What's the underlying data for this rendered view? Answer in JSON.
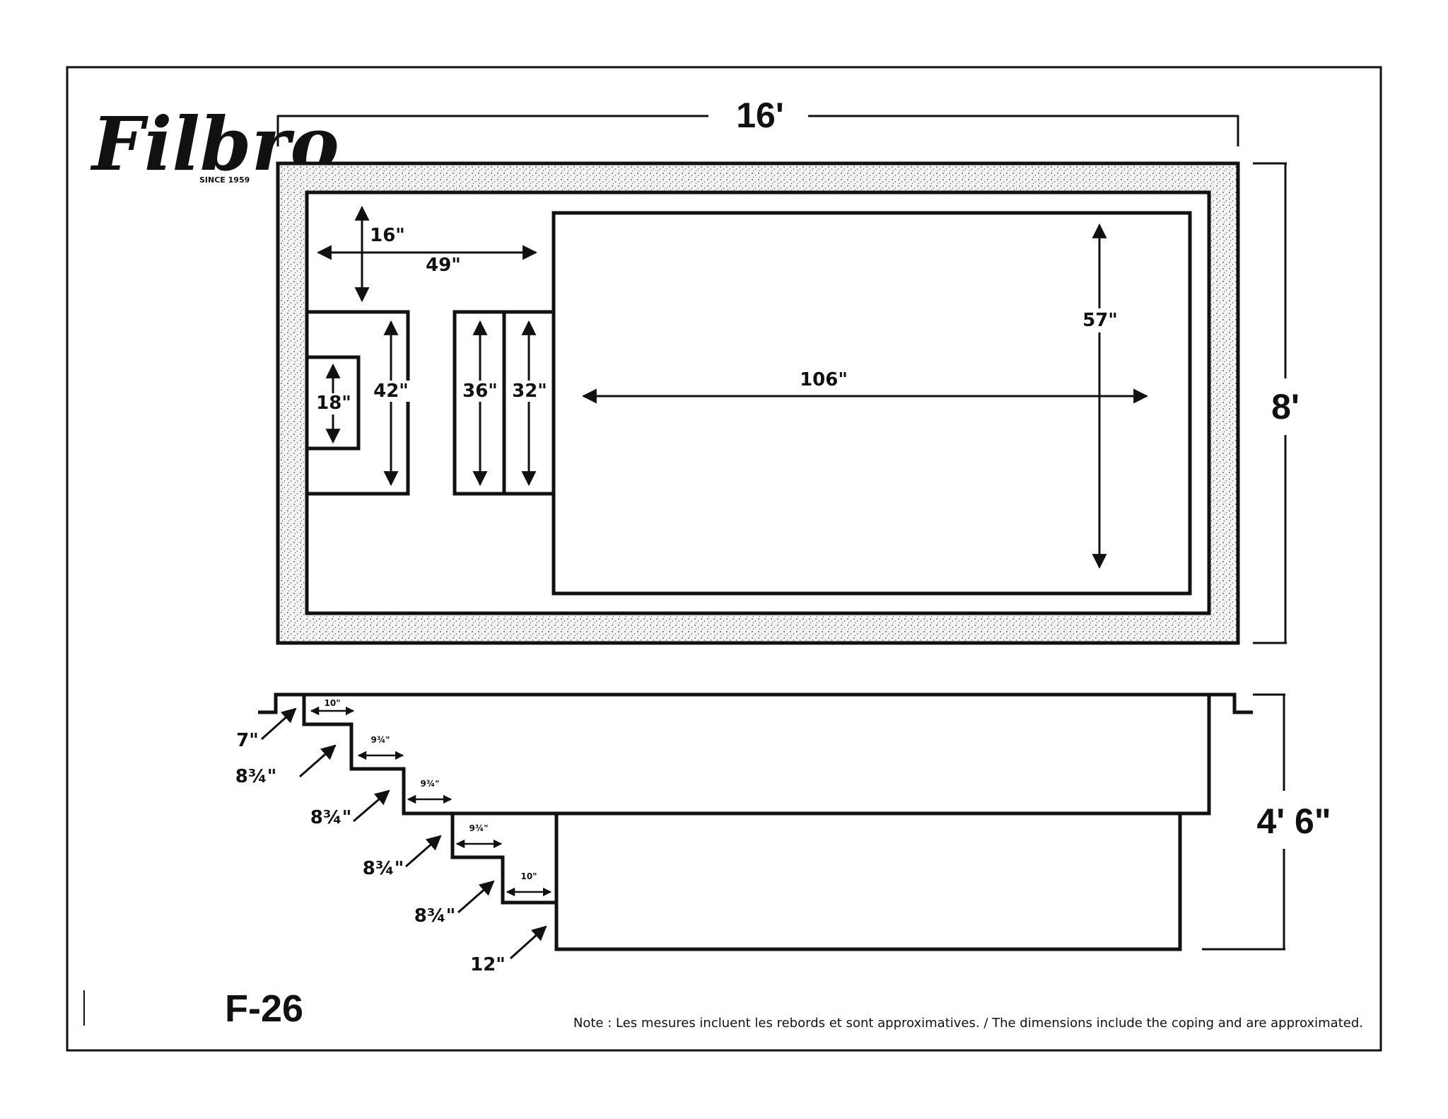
{
  "brand": {
    "logo_text": "Filbro",
    "tagline": "SINCE 1959"
  },
  "model": "F-26",
  "overall": {
    "length": "16'",
    "width": "8'",
    "depth": "4' 6\""
  },
  "plan_view": {
    "entry_ledge_depth": "16\"",
    "steps_width": "49\"",
    "seat_small": "18\"",
    "seat_bench": "42\"",
    "step_a": "36\"",
    "step_b": "32\"",
    "deep_length": "106\"",
    "deep_width": "57\""
  },
  "section_view": {
    "coping": "7\"",
    "treads": [
      "10\"",
      "9¾\"",
      "9¾\"",
      "9¾\"",
      "10\""
    ],
    "risers": [
      "8¾\"",
      "8¾\"",
      "8¾\"",
      "8¾\""
    ],
    "bottom_drop": "12\""
  },
  "note": "Note : Les mesures incluent les rebords et sont approximatives. / The dimensions include the coping and are approximated.",
  "colors": {
    "line": "#111111",
    "coping_fill": "#ececec",
    "background": "#ffffff"
  }
}
